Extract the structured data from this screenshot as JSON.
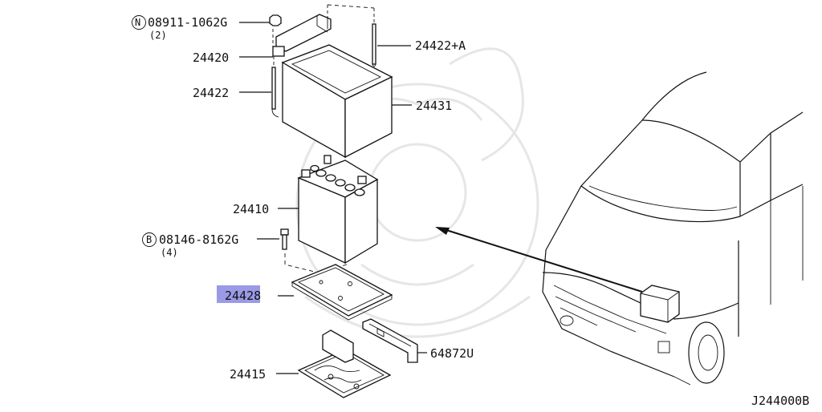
{
  "parts": {
    "nut_code": "08911-1062G",
    "nut_prefix": "N",
    "nut_qty": "(2)",
    "clamp": "24420",
    "rod_right": "24422+A",
    "rod_left": "24422",
    "cover": "24431",
    "battery": "24410",
    "bolt_code": "08146-8162G",
    "bolt_prefix": "B",
    "bolt_qty": "(4)",
    "tray_cover_a": "2442",
    "tray_cover_b": "8",
    "bracket": "64872U",
    "tray": "24415"
  },
  "diagram_id": "J244000B",
  "highlight_color": "#9a9ae6"
}
